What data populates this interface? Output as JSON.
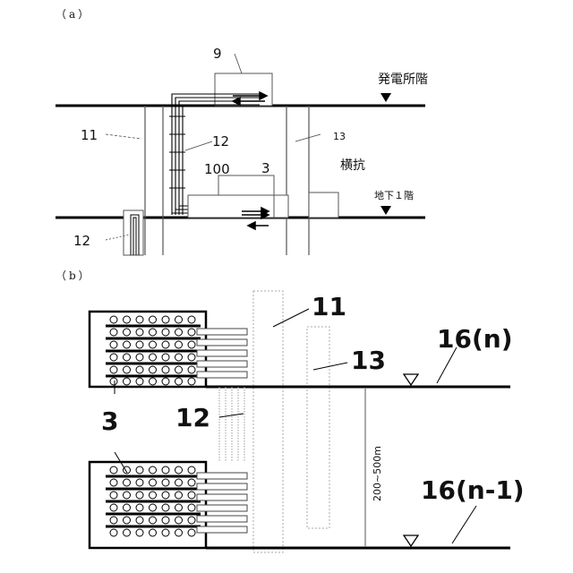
{
  "panel_a": {
    "panel_label": "（a）",
    "labels": {
      "l9": "9",
      "l11": "11",
      "l12_upper": "12",
      "l12_lower": "12",
      "l13": "13",
      "l100": "100",
      "l3": "3",
      "power_floor": "発電所階",
      "horizontal_shaft": "横抗",
      "basement_floor": "地下１階"
    }
  },
  "panel_b": {
    "panel_label": "（b）",
    "labels": {
      "l11": "11",
      "l13": "13",
      "l12": "12",
      "l3": "3",
      "level_n": "16(n)",
      "level_n1": "16(n-1)",
      "depth": "200~500m"
    }
  }
}
